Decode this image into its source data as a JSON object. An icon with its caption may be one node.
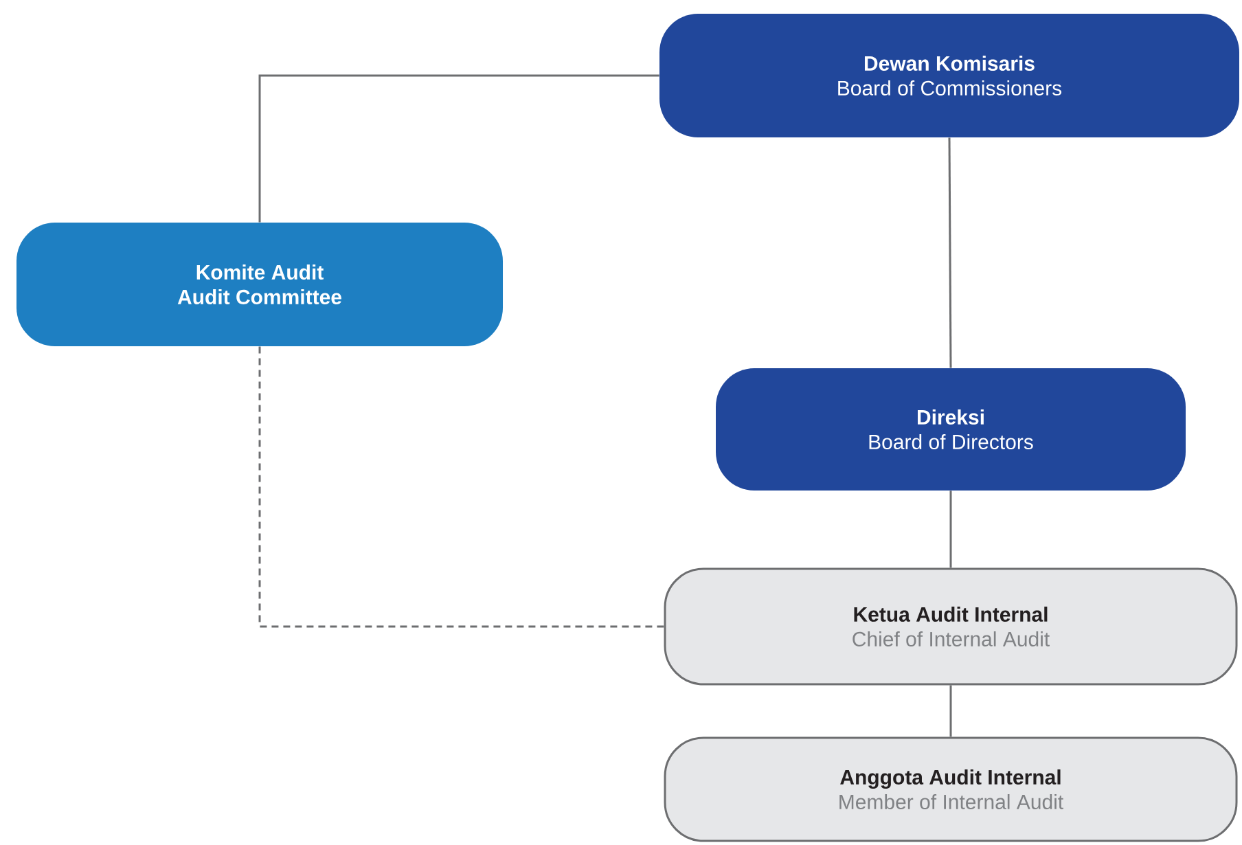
{
  "diagram": {
    "nodes": [
      {
        "text": [
          "Dewan Komisaris",
          "Board of Commissioners"
        ]
      },
      {
        "text": [
          "Komite Audit",
          "Audit Committee"
        ]
      },
      {
        "text": [
          "Direksi",
          "Board of Directors"
        ]
      },
      {
        "text": [
          "Ketua Audit Internal",
          "Chief of Internal Audit"
        ]
      },
      {
        "text": [
          "Anggota Audit Internal",
          "Member of Internal Audit"
        ]
      }
    ],
    "edges": [
      {
        "from": 0,
        "to": 1,
        "arrow": "none"
      },
      {
        "from": 0,
        "to": 2,
        "arrow": "none"
      },
      {
        "from": 2,
        "to": 3,
        "arrow": "none"
      },
      {
        "from": 3,
        "to": 4,
        "arrow": "none"
      },
      {
        "from": 1,
        "to": 3,
        "arrow": "none",
        "style": "dashed"
      }
    ]
  }
}
